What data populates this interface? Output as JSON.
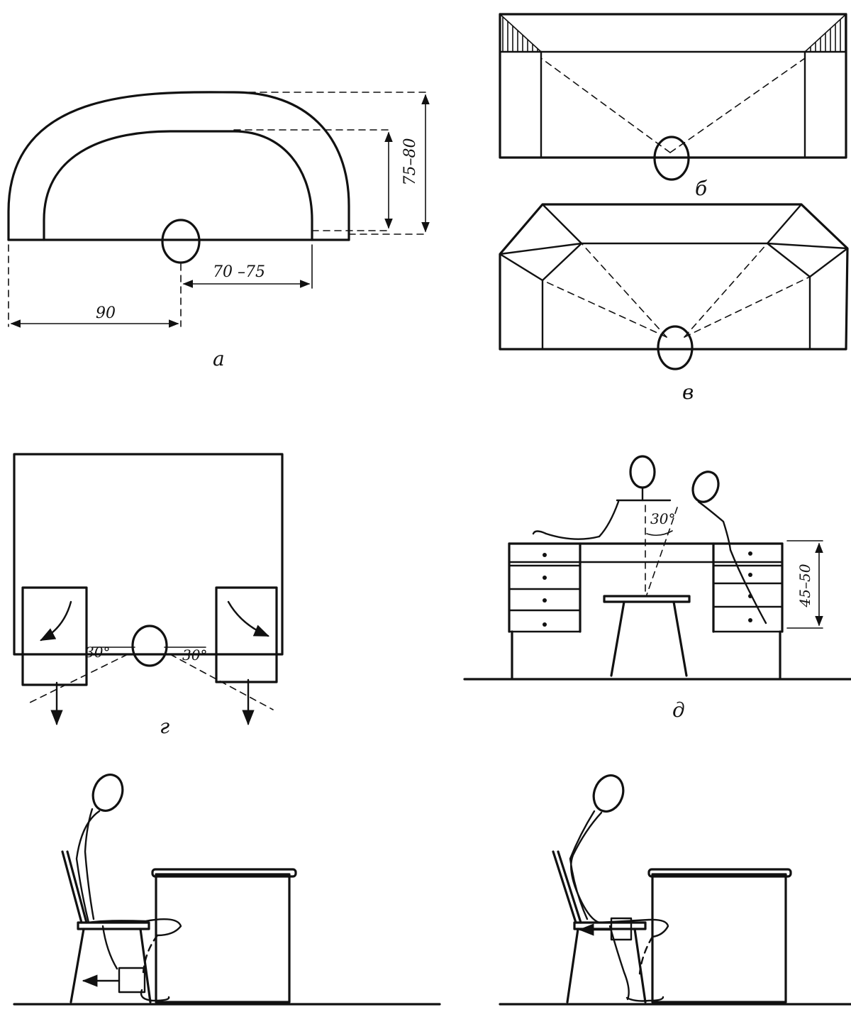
{
  "panels": {
    "a": {
      "label": "а",
      "dim_outer_width": "90",
      "dim_inner_width": "70 –75",
      "dim_depth": "75–80"
    },
    "b": {
      "label": "б"
    },
    "v": {
      "label": "в"
    },
    "g": {
      "label": "г",
      "angle_left": "30°",
      "angle_right": "30°"
    },
    "d": {
      "label": "д",
      "angle": "30°",
      "dim_height": "45–50"
    }
  }
}
